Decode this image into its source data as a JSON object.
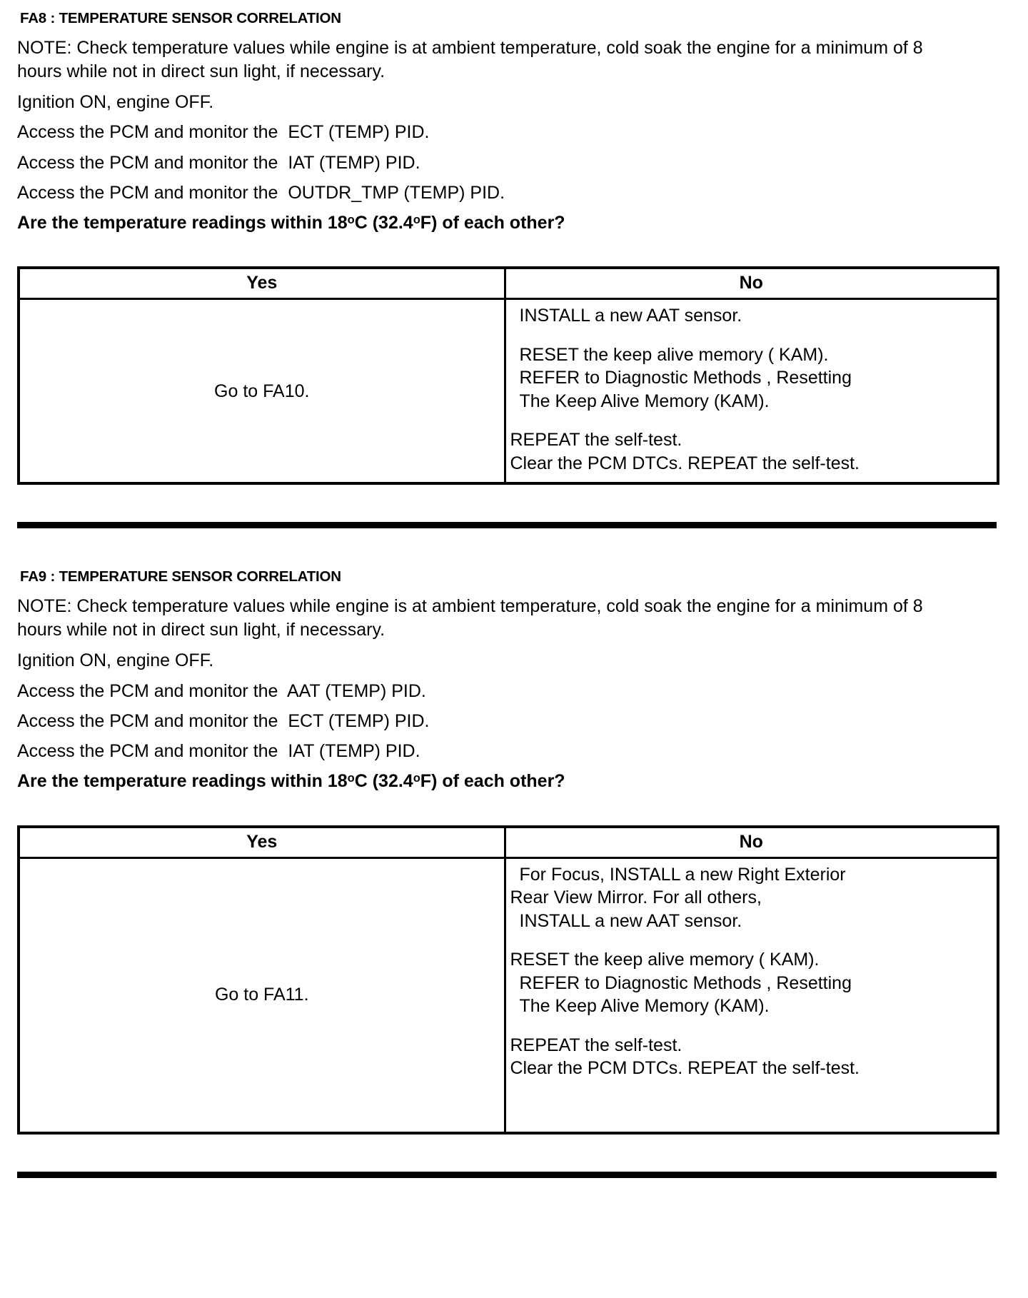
{
  "document": {
    "degree_symbol": "o"
  },
  "sections": [
    {
      "id": "fa8",
      "heading": "FA8 : TEMPERATURE SENSOR CORRELATION",
      "note": "NOTE: Check temperature values while engine is at ambient temperature, cold soak the engine for a minimum of 8 hours while not in direct sun light, if necessary.",
      "steps": [
        "Ignition ON, engine OFF.",
        "Access the PCM and monitor the  ECT (TEMP) PID.",
        "Access the PCM and monitor the  IAT (TEMP) PID.",
        "Access the PCM and monitor the  OUTDR_TMP (TEMP) PID."
      ],
      "question_prefix": "Are the temperature readings within 18",
      "question_mid": "C (32.4",
      "question_suffix": "F) of each other?",
      "table": {
        "headers": {
          "yes": "Yes",
          "no": "No"
        },
        "yes_text": "Go to FA10.",
        "no_blocks": [
          {
            "lines": [
              {
                "text": "INSTALL a new AAT sensor.",
                "indent": 1
              }
            ]
          },
          {
            "lines": [
              {
                "text": "RESET the keep alive memory ( KAM).",
                "indent": 1
              },
              {
                "text": "REFER to Diagnostic Methods , Resetting",
                "indent": 1
              },
              {
                "text": "The Keep Alive Memory (KAM).",
                "indent": 1
              }
            ]
          },
          {
            "lines": [
              {
                "text": "REPEAT the self-test.",
                "indent": 0
              },
              {
                "text": "Clear the PCM DTCs. REPEAT the self-test.",
                "indent": 0
              }
            ]
          }
        ]
      }
    },
    {
      "id": "fa9",
      "heading": "FA9 : TEMPERATURE SENSOR CORRELATION",
      "note": "NOTE: Check temperature values while engine is at ambient temperature, cold soak the engine for a minimum of 8 hours while not in direct sun light, if necessary.",
      "steps": [
        "Ignition ON, engine OFF.",
        "Access the PCM and monitor the  AAT (TEMP) PID.",
        "Access the PCM and monitor the  ECT (TEMP) PID.",
        "Access the PCM and monitor the  IAT (TEMP) PID."
      ],
      "question_prefix": "Are the temperature readings within 18",
      "question_mid": "C (32.4",
      "question_suffix": "F) of each other?",
      "table": {
        "headers": {
          "yes": "Yes",
          "no": "No"
        },
        "yes_text": "Go to FA11.",
        "no_blocks": [
          {
            "lines": [
              {
                "text": "For Focus, INSTALL a new Right Exterior",
                "indent": 1
              },
              {
                "text": "Rear View Mirror. For all others,",
                "indent": 0
              },
              {
                "text": "INSTALL a new AAT sensor.",
                "indent": 1
              }
            ]
          },
          {
            "lines": [
              {
                "text": "RESET the keep alive memory ( KAM).",
                "indent": 0
              },
              {
                "text": "REFER to Diagnostic Methods , Resetting",
                "indent": 1
              },
              {
                "text": "The Keep Alive Memory (KAM).",
                "indent": 1
              }
            ]
          },
          {
            "lines": [
              {
                "text": "REPEAT the self-test.",
                "indent": 0
              },
              {
                "text": "Clear the PCM DTCs. REPEAT the self-test.",
                "indent": 0
              }
            ]
          }
        ]
      }
    }
  ]
}
